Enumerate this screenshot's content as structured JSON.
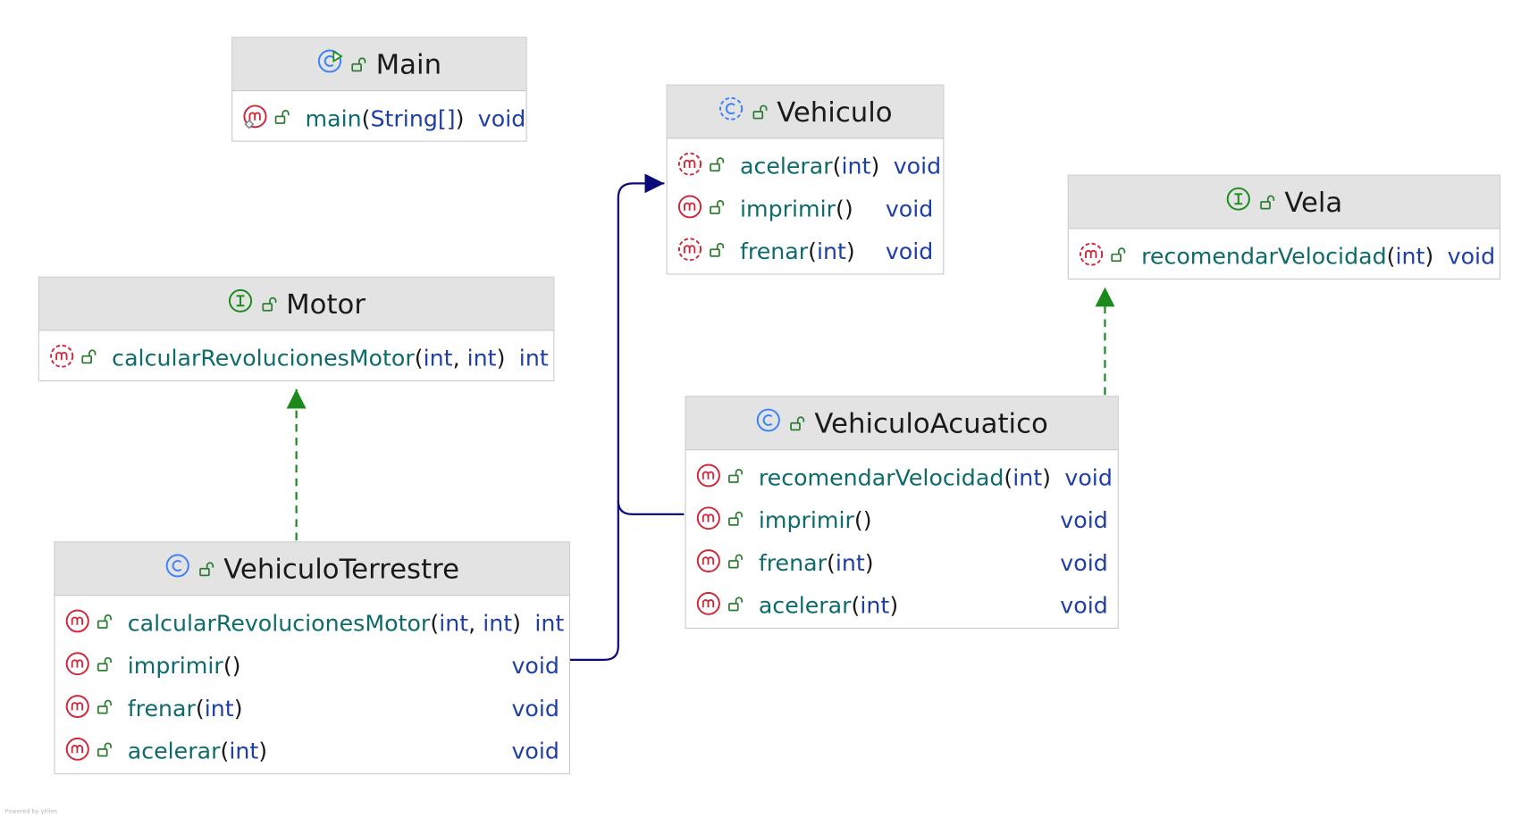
{
  "diagram": {
    "classes": {
      "main": {
        "name": "Main",
        "kind": "runnable-class-icon",
        "methods": [
          {
            "name": "main",
            "params": [
              "String[]"
            ],
            "returns": "void",
            "icon": "static-method-icon"
          }
        ]
      },
      "vehiculo": {
        "name": "Vehiculo",
        "kind": "abstract-class-icon",
        "methods": [
          {
            "name": "acelerar",
            "params": [
              "int"
            ],
            "returns": "void",
            "icon": "abstract-method-icon"
          },
          {
            "name": "imprimir",
            "params": [],
            "returns": "void",
            "icon": "method-icon"
          },
          {
            "name": "frenar",
            "params": [
              "int"
            ],
            "returns": "void",
            "icon": "abstract-method-icon"
          }
        ]
      },
      "vela": {
        "name": "Vela",
        "kind": "interface-icon",
        "methods": [
          {
            "name": "recomendarVelocidad",
            "params": [
              "int"
            ],
            "returns": "void",
            "icon": "abstract-method-icon"
          }
        ]
      },
      "motor": {
        "name": "Motor",
        "kind": "interface-icon",
        "methods": [
          {
            "name": "calcularRevolucionesMotor",
            "params": [
              "int",
              "int"
            ],
            "returns": "int",
            "icon": "abstract-method-icon"
          }
        ]
      },
      "vehiculo_acuatico": {
        "name": "VehiculoAcuatico",
        "kind": "class-icon",
        "methods": [
          {
            "name": "recomendarVelocidad",
            "params": [
              "int"
            ],
            "returns": "void",
            "icon": "method-icon"
          },
          {
            "name": "imprimir",
            "params": [],
            "returns": "void",
            "icon": "method-icon"
          },
          {
            "name": "frenar",
            "params": [
              "int"
            ],
            "returns": "void",
            "icon": "method-icon"
          },
          {
            "name": "acelerar",
            "params": [
              "int"
            ],
            "returns": "void",
            "icon": "method-icon"
          }
        ]
      },
      "vehiculo_terrestre": {
        "name": "VehiculoTerrestre",
        "kind": "class-icon",
        "methods": [
          {
            "name": "calcularRevolucionesMotor",
            "params": [
              "int",
              "int"
            ],
            "returns": "int",
            "icon": "method-icon"
          },
          {
            "name": "imprimir",
            "params": [],
            "returns": "void",
            "icon": "method-icon"
          },
          {
            "name": "frenar",
            "params": [
              "int"
            ],
            "returns": "void",
            "icon": "method-icon"
          },
          {
            "name": "acelerar",
            "params": [
              "int"
            ],
            "returns": "void",
            "icon": "method-icon"
          }
        ]
      }
    },
    "edges": [
      {
        "from": "VehiculoTerrestre",
        "to": "Vehiculo",
        "kind": "extends",
        "color": "#0a0a7a"
      },
      {
        "from": "VehiculoAcuatico",
        "to": "Vehiculo",
        "kind": "extends",
        "color": "#0a0a7a"
      },
      {
        "from": "VehiculoTerrestre",
        "to": "Motor",
        "kind": "implements",
        "color": "#1b8a1b"
      },
      {
        "from": "VehiculoAcuatico",
        "to": "Vela",
        "kind": "implements",
        "color": "#1b8a1b"
      }
    ],
    "watermark": "Powered by yFiles"
  },
  "colors": {
    "method": "#d0283a",
    "class": "#3b82f6",
    "interface": "#1b8a1b",
    "lock": "#2e7d32",
    "type": "#1f3fa6",
    "name": "#0f6b6b"
  }
}
